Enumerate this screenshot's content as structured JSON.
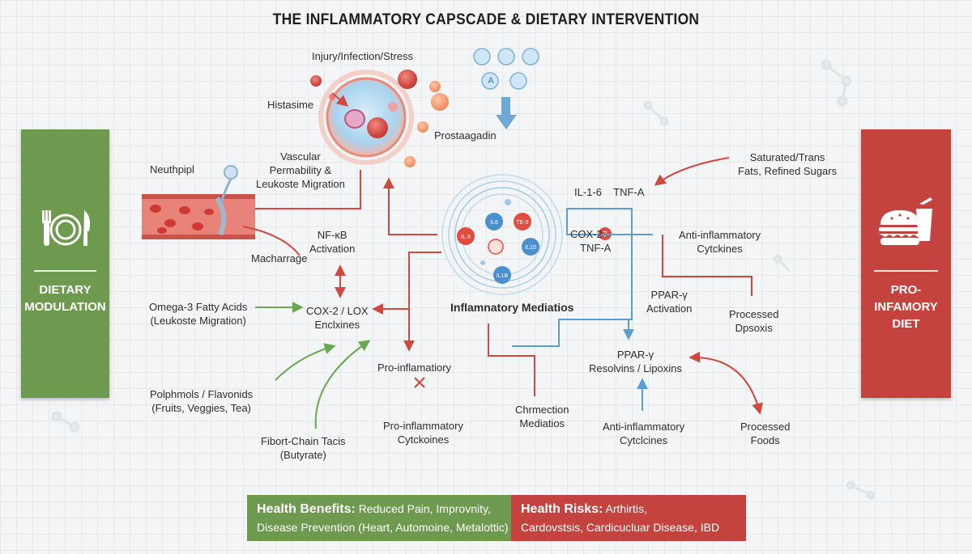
{
  "title": "THE INFLAMMATORY CAPSCADE & DIETARY INTERVENTION",
  "left_panel": {
    "line1": "DIETARY",
    "line2": "MODULATION",
    "icon": "plate-fork-knife-icon",
    "color": "#6e9a4f"
  },
  "right_panel": {
    "line1": "PRO-INFAMORY",
    "line2": "DIET",
    "icon": "burger-drink-icon",
    "color": "#c5433f"
  },
  "labels": {
    "injury": "Injury/Infection/Stress",
    "histamine": "Histasime",
    "prostaglandin": "Prostaagadin",
    "neutrophil": "Neuthpipl",
    "vascular_1": "Vascular",
    "vascular_2": "Permability &",
    "vascular_3": "Leukoste Migration",
    "macrophage": "Macharrage",
    "nfkb_1": "NF-κB",
    "nfkb_2": "Activation",
    "omega_1": "Omega-3 Fatty Acids",
    "omega_2": "(Leukoste Migration)",
    "cox_lox_1": "COX-2 / LOX",
    "cox_lox_2": "Enclxines",
    "poly_1": "Polphmols / Flavonids",
    "poly_2": "(Fruits, Veggies, Tea)",
    "fiber_1": "Fibort-Chain Tacis",
    "fiber_2": "(Butyrate)",
    "pro_infl": "Pro-inflamatiory",
    "pro_cyto_1": "Pro-inflammatory",
    "pro_cyto_2": "Cytckoines",
    "mediators": "Inflamnatory Mediatios",
    "chemotion_1": "Chrmection",
    "chemotion_2": "Mediatios",
    "il_tnf": "IL-1-6    TNF-A",
    "cox2_tnf_1": "COX-2",
    "cox2_tnf_2": "TNF-A",
    "sat_fats_1": "Saturated/Trans",
    "sat_fats_2": "Fats, Refined Sugars",
    "anti_cyto_1": "Anti-inflammatory",
    "anti_cyto_2": "Cytckines",
    "ppar_1": "PPAR-γ",
    "ppar_2": "Activation",
    "processed_d_1": "Processed",
    "processed_d_2": "Dpsoxis",
    "resolvins_1": "PPAR-γ",
    "resolvins_2": "Resolvins / Lipoxins",
    "anti_cyto_b_1": "Anti-inflammatory",
    "anti_cyto_b_2": "Cytclcines",
    "processed_f_1": "Processed",
    "processed_f_2": "Foods"
  },
  "cytokines": {
    "il6": "IL6",
    "te6": "TE-6",
    "ilb": "IL.6",
    "il10": "IL10",
    "il1b": "IL1B",
    "badge7": "7"
  },
  "icons_top": {
    "a1": "A"
  },
  "benefits": {
    "heading": "Health Benefits:",
    "line1": "Reduced Pain, Improvnity,",
    "line2": "Disease Prevention (Heart, Automoine, Metalottic)"
  },
  "risks": {
    "heading": "Health Risks:",
    "line1": "Arthirtis,",
    "line2": "Cardovstsis, Cardicucluar Disease, IBD"
  },
  "colors": {
    "green": "#6e9a4f",
    "red": "#c5433f",
    "blue": "#5a9fd4",
    "arrow_red": "#d0483f",
    "arrow_green": "#6aa84f"
  }
}
